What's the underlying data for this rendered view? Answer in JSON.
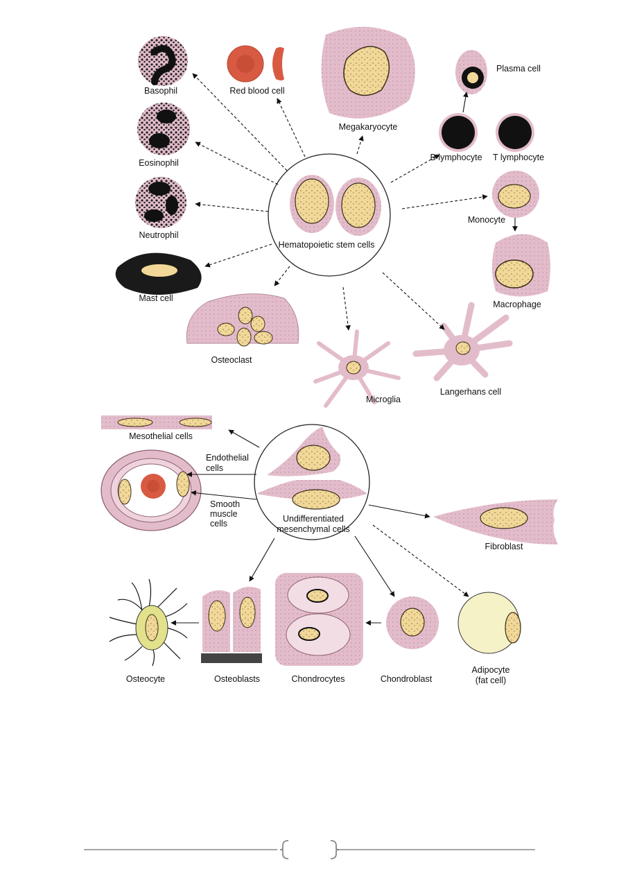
{
  "hematopoietic": {
    "center": "Hematopoietic stem cells",
    "cells": {
      "basophil": "Basophil",
      "red_blood_cell": "Red blood cell",
      "megakaryocyte": "Megakaryocyte",
      "plasma_cell": "Plasma cell",
      "b_lymphocyte": "B lymphocyte",
      "t_lymphocyte": "T lymphocyte",
      "eosinophil": "Eosinophil",
      "neutrophil": "Neutrophil",
      "monocyte": "Monocyte",
      "macrophage": "Macrophage",
      "mast_cell": "Mast cell",
      "osteoclast": "Osteoclast",
      "microglia": "Microglia",
      "langerhans_cell": "Langerhans cell"
    }
  },
  "mesenchymal": {
    "center_line1": "Undifferentiated",
    "center_line2": "mesenchymal cells",
    "cells": {
      "mesothelial": "Mesothelial cells",
      "endothelial_line1": "Endothelial",
      "endothelial_line2": "cells",
      "smooth_line1": "Smooth",
      "smooth_line2": "muscle",
      "smooth_line3": "cells",
      "fibroblast": "Fibroblast",
      "osteocyte": "Osteocyte",
      "osteoblasts": "Osteoblasts",
      "chondrocytes": "Chondrocytes",
      "chondroblast": "Chondroblast",
      "adipocyte_line1": "Adipocyte",
      "adipocyte_line2": "(fat cell)"
    }
  },
  "colors": {
    "cytoplasm": "#e3bccb",
    "nucleus": "#f1d898",
    "dark_nucleus": "#111111",
    "red_cell": "#d85a43",
    "fat": "#f6f2c8"
  }
}
